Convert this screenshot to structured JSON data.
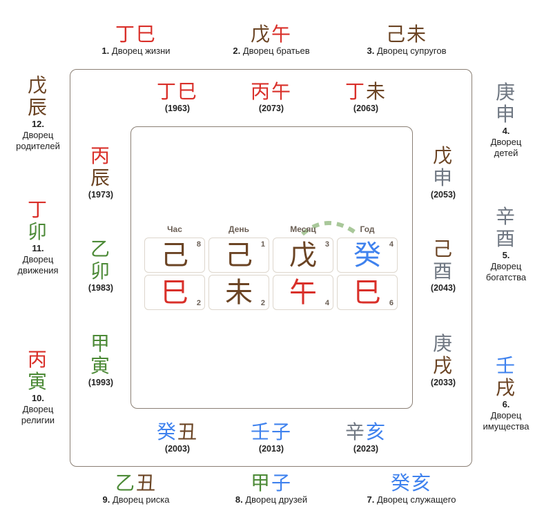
{
  "colors": {
    "fire": "#d9302a",
    "earth": "#6b4424",
    "wood": "#4c8a37",
    "metal": "#6f7782",
    "water": "#3f82ee"
  },
  "palaces": [
    {
      "stem": "丁",
      "branch": "巳",
      "number": "1.",
      "label": "Дворец жизни"
    },
    {
      "stem": "戊",
      "branch": "午",
      "number": "2.",
      "label": "Дворец братьев"
    },
    {
      "stem": "己",
      "branch": "未",
      "number": "3.",
      "label": "Дворец супругов"
    },
    {
      "stem": "庚",
      "branch": "申",
      "number": "4.",
      "label": "Дворец детей"
    },
    {
      "stem": "辛",
      "branch": "酉",
      "number": "5.",
      "label": "Дворец богатства"
    },
    {
      "stem": "壬",
      "branch": "戌",
      "number": "6.",
      "label": "Дворец имущества"
    },
    {
      "stem": "癸",
      "branch": "亥",
      "number": "7.",
      "label": "Дворец служащего"
    },
    {
      "stem": "甲",
      "branch": "子",
      "number": "8.",
      "label": "Дворец друзей"
    },
    {
      "stem": "乙",
      "branch": "丑",
      "number": "9.",
      "label": "Дворец риска"
    },
    {
      "stem": "丙",
      "branch": "寅",
      "number": "10.",
      "label": "Дворец религии"
    },
    {
      "stem": "丁",
      "branch": "卯",
      "number": "11.",
      "label": "Дворец движения"
    },
    {
      "stem": "戊",
      "branch": "辰",
      "number": "12.",
      "label": "Дворец родителей"
    }
  ],
  "luck_pillars": [
    {
      "stem": "丁",
      "branch": "巳",
      "year": "(1963)"
    },
    {
      "stem": "丙",
      "branch": "午",
      "year": "(2073)"
    },
    {
      "stem": "丁",
      "branch": "未",
      "year": "(2063)"
    },
    {
      "stem": "戊",
      "branch": "申",
      "year": "(2053)"
    },
    {
      "stem": "己",
      "branch": "酉",
      "year": "(2043)"
    },
    {
      "stem": "庚",
      "branch": "戌",
      "year": "(2033)"
    },
    {
      "stem": "辛",
      "branch": "亥",
      "year": "(2023)"
    },
    {
      "stem": "壬",
      "branch": "子",
      "year": "(2013)"
    },
    {
      "stem": "癸",
      "branch": "丑",
      "year": "(2003)"
    },
    {
      "stem": "甲",
      "branch": "寅",
      "year": "(1993)"
    },
    {
      "stem": "乙",
      "branch": "卯",
      "year": "(1983)"
    },
    {
      "stem": "丙",
      "branch": "辰",
      "year": "(1973)"
    }
  ],
  "chart": {
    "headers": [
      "Час",
      "День",
      "Месяц",
      "Год"
    ],
    "stems": [
      {
        "char": "己",
        "n": "8"
      },
      {
        "char": "己",
        "n": "1"
      },
      {
        "char": "戊",
        "n": "3"
      },
      {
        "char": "癸",
        "n": "4"
      }
    ],
    "branches": [
      {
        "char": "巳",
        "n": "2"
      },
      {
        "char": "未",
        "n": "2"
      },
      {
        "char": "午",
        "n": "4"
      },
      {
        "char": "巳",
        "n": "6"
      }
    ]
  }
}
